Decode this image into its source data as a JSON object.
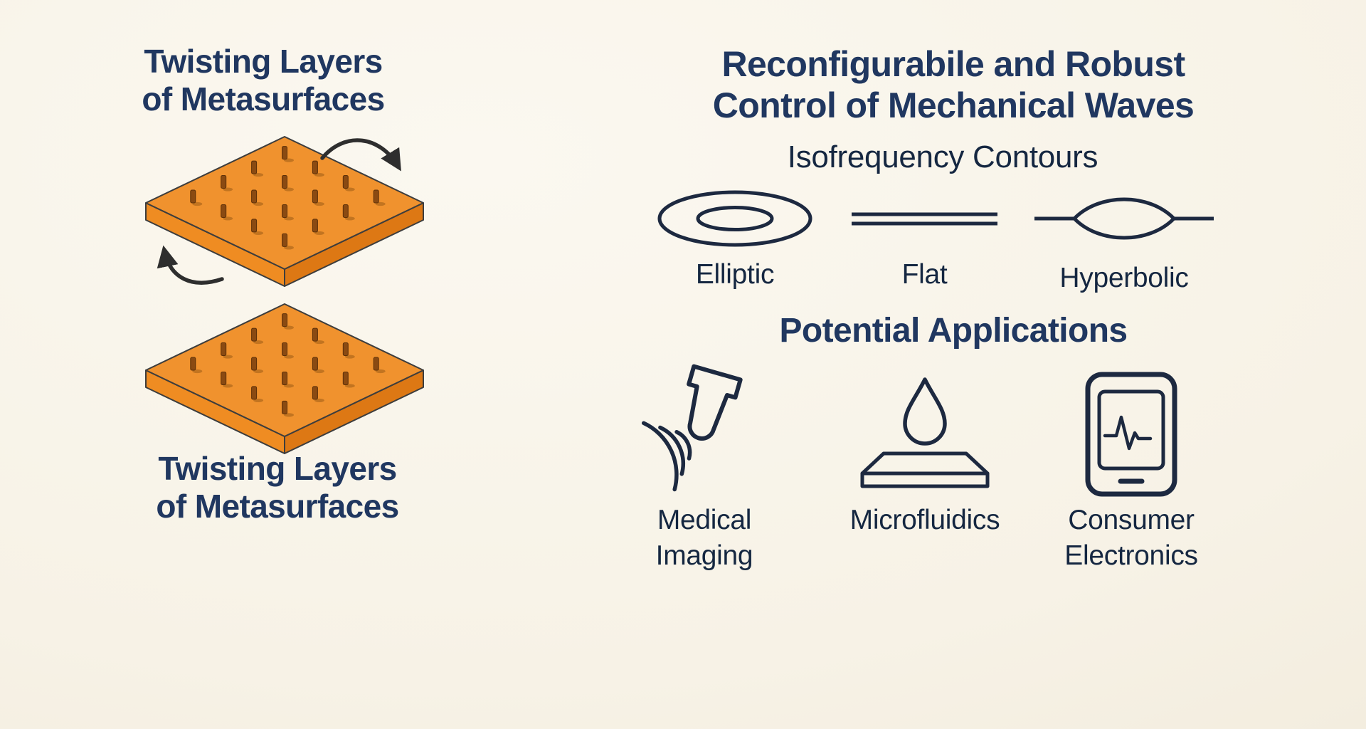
{
  "colors": {
    "background": "#f7f2e6",
    "heading_navy": "#203760",
    "label_navy": "#152741",
    "icon_stroke": "#1d2940",
    "plate_top": "#f0922e",
    "plate_side_left": "#ef8c22",
    "plate_side_right": "#dd7814",
    "pillar": "#8a4a12",
    "arrow": "#2e2e2e"
  },
  "left_panel": {
    "top_title": {
      "lines": [
        "Twisting Layers",
        "of Metasurfaces"
      ]
    },
    "bottom_title": {
      "lines": [
        "Twisting Layers",
        "of Metasurfaces"
      ]
    },
    "illustration": "two twisted orange metasurface plates with pillar arrays and curved twist arrows"
  },
  "right_panel": {
    "title": {
      "lines": [
        "Reconfigurabile and Robust",
        "Control of Mechanical Waves"
      ]
    },
    "isofrequency": {
      "heading": "Isofrequency Contours",
      "contours": [
        {
          "id": "elliptic",
          "label": "Elliptic"
        },
        {
          "id": "flat",
          "label": "Flat"
        },
        {
          "id": "hyperbolic",
          "label": "Hyperbolic"
        }
      ]
    },
    "applications": {
      "heading": "Potential Applications",
      "items": [
        {
          "id": "medical-imaging",
          "icon": "ultrasound-probe-with-waves",
          "lines": [
            "Medical",
            "Imaging"
          ]
        },
        {
          "id": "microfluidics",
          "icon": "droplet-over-chip",
          "lines": [
            "Microfluidics"
          ]
        },
        {
          "id": "consumer-electronics",
          "icon": "smartphone-with-waveform",
          "lines": [
            "Consumer",
            "Electronics"
          ]
        }
      ]
    }
  }
}
